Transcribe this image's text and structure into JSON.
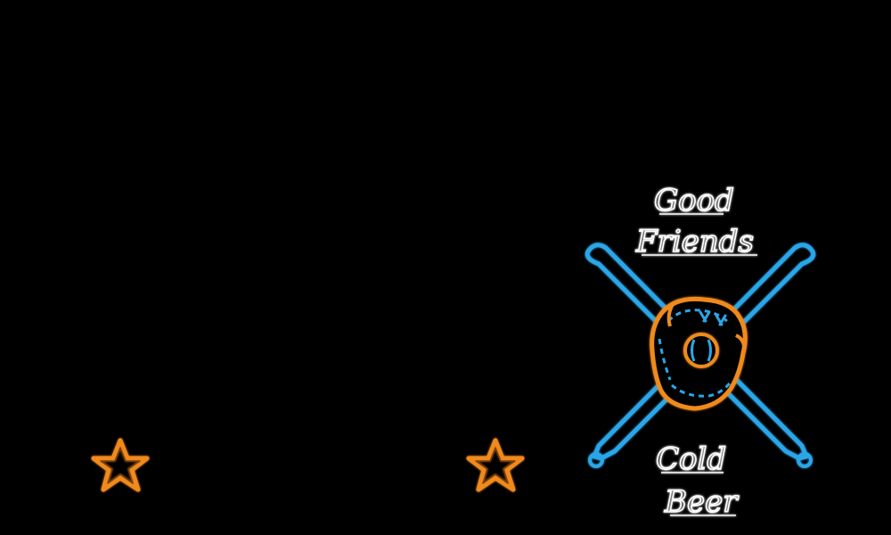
{
  "sign": {
    "text_good": "Good",
    "text_friends": "Friends",
    "text_cold": "Cold",
    "text_beer": "Beer"
  },
  "colors": {
    "background": "#000000",
    "neon_orange": "#f08a1c",
    "neon_blue": "#2aa6e8",
    "neon_white": "#ffffff"
  },
  "icons": [
    "star-icon",
    "baseball-bat-icon",
    "baseball-glove-icon",
    "baseball-icon"
  ]
}
